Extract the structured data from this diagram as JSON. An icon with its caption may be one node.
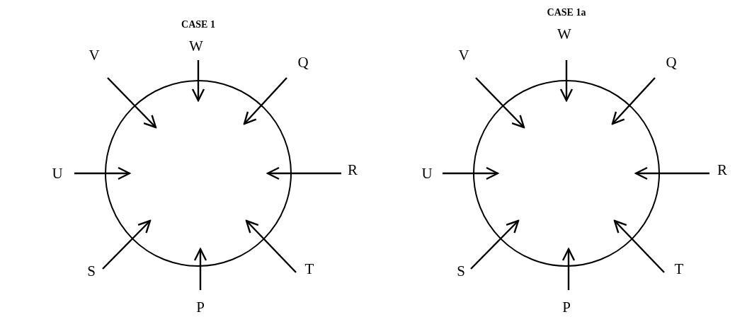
{
  "diagram": {
    "nodes": [
      {
        "text": [],
        "shape": "circle"
      },
      {
        "text": [
          "V"
        ]
      },
      {
        "text": [
          "W"
        ]
      },
      {
        "text": [
          "Q"
        ]
      },
      {
        "text": [
          "U"
        ]
      },
      {
        "text": [
          "R"
        ]
      },
      {
        "text": [
          "S"
        ]
      },
      {
        "text": [
          "P"
        ]
      },
      {
        "text": [
          "T"
        ]
      },
      {
        "text": [],
        "shape": "circle"
      },
      {
        "text": [
          "V"
        ]
      },
      {
        "text": [
          "W"
        ]
      },
      {
        "text": [
          "Q"
        ]
      },
      {
        "text": [
          "U"
        ]
      },
      {
        "text": [
          "R"
        ]
      },
      {
        "text": [
          "S"
        ]
      },
      {
        "text": [
          "P"
        ]
      },
      {
        "text": [
          "T"
        ]
      }
    ],
    "edges": [
      {
        "from": 1,
        "to": 0,
        "arrow": "to"
      },
      {
        "from": 2,
        "to": 0,
        "arrow": "to"
      },
      {
        "from": 3,
        "to": 0,
        "arrow": "to"
      },
      {
        "from": 4,
        "to": 0,
        "arrow": "to"
      },
      {
        "from": 5,
        "to": 0,
        "arrow": "to"
      },
      {
        "from": 6,
        "to": 0,
        "arrow": "to"
      },
      {
        "from": 7,
        "to": 0,
        "arrow": "to"
      },
      {
        "from": 8,
        "to": 0,
        "arrow": "to"
      },
      {
        "from": 10,
        "to": 9,
        "arrow": "to"
      },
      {
        "from": 11,
        "to": 9,
        "arrow": "to"
      },
      {
        "from": 12,
        "to": 9,
        "arrow": "to"
      },
      {
        "from": 13,
        "to": 9,
        "arrow": "to"
      },
      {
        "from": 14,
        "to": 9,
        "arrow": "to"
      },
      {
        "from": 15,
        "to": 9,
        "arrow": "to"
      },
      {
        "from": 16,
        "to": 9,
        "arrow": "to"
      },
      {
        "from": 17,
        "to": 9,
        "arrow": "to"
      }
    ],
    "labels": [
      "CASE 1",
      "CASE 1a"
    ]
  }
}
